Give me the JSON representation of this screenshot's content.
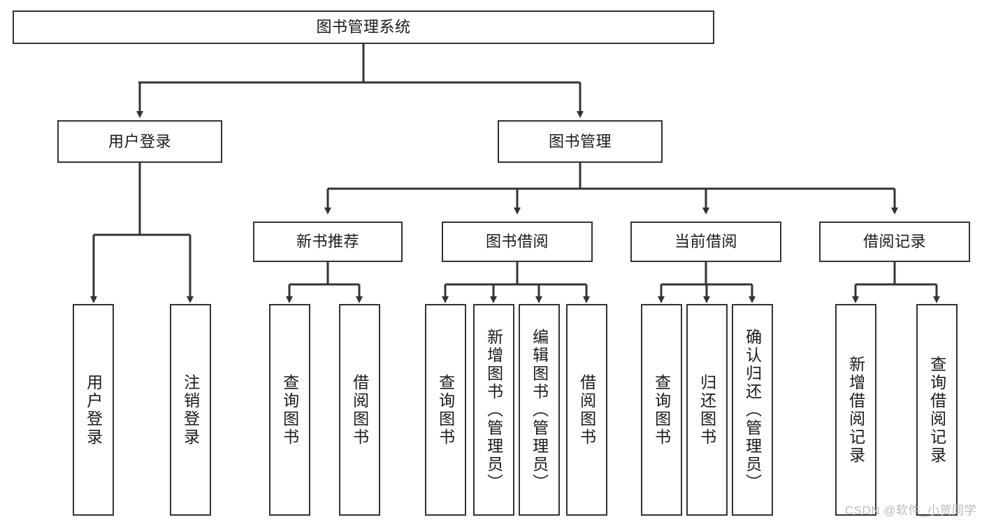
{
  "diagram": {
    "title": "图书管理系统",
    "type": "functional-structure-tree",
    "orientation": "top-down",
    "edge_style": "orthogonal-with-arrowheads",
    "colors": {
      "node_border": "#333333",
      "node_fill": "#ffffff",
      "edge": "#333333",
      "text": "#1a1a1a",
      "background": "#ffffff",
      "watermark": "#b9b9b9"
    },
    "root": {
      "label": "图书管理系统"
    },
    "level1": [
      {
        "label": "用户登录"
      },
      {
        "label": "图书管理"
      }
    ],
    "level2": [
      {
        "label": "新书推荐"
      },
      {
        "label": "图书借阅"
      },
      {
        "label": "当前借阅"
      },
      {
        "label": "借阅记录"
      }
    ],
    "leaves": {
      "user_login": [
        {
          "label": "用户登录"
        },
        {
          "label": "注销登录"
        }
      ],
      "new_book_recommend": [
        {
          "label": "查询图书"
        },
        {
          "label": "借阅图书"
        }
      ],
      "book_borrow": [
        {
          "label": "查询图书"
        },
        {
          "label": "新增图书（管理员）"
        },
        {
          "label": "编辑图书（管理员）"
        },
        {
          "label": "借阅图书"
        }
      ],
      "current_borrow": [
        {
          "label": "查询图书"
        },
        {
          "label": "归还图书"
        },
        {
          "label": "确认归还（管理员）"
        }
      ],
      "borrow_record": [
        {
          "label": "新增借阅记录"
        },
        {
          "label": "查询借阅记录"
        }
      ]
    }
  },
  "watermark": {
    "text": "CSDN @软件_小贺同学"
  }
}
